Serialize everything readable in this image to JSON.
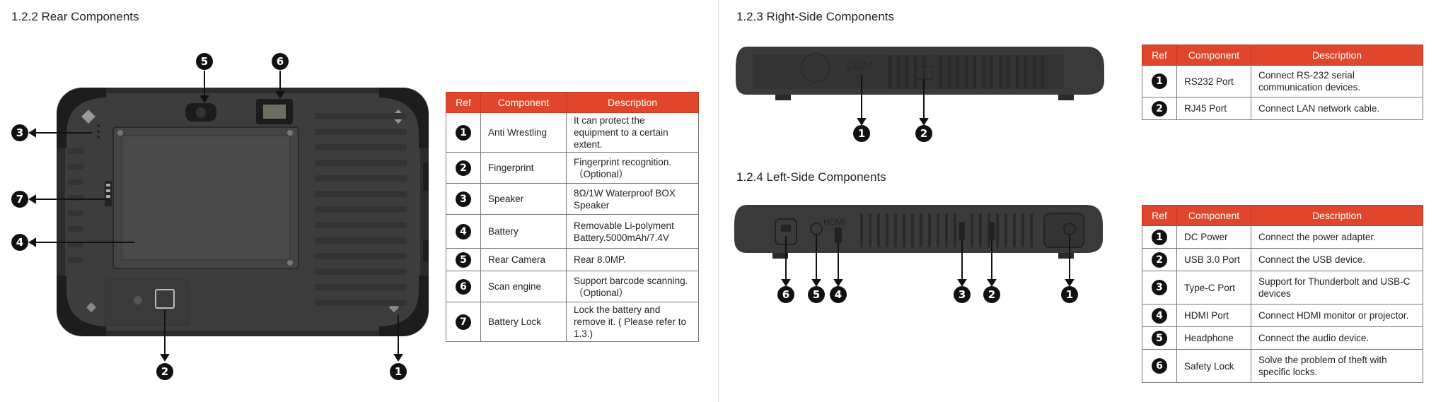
{
  "rear": {
    "title": "1.2.2 Rear Components",
    "headers": {
      "ref": "Ref",
      "component": "Component",
      "description": "Description"
    },
    "rows": [
      {
        "ref": "1",
        "component": "Anti Wrestling",
        "description": "It can protect the equipment to a certain extent."
      },
      {
        "ref": "2",
        "component": "Fingerprint",
        "description": "Fingerprint recognition.（Optional）"
      },
      {
        "ref": "3",
        "component": "Speaker",
        "description": "8Ω/1W Waterproof BOX Speaker"
      },
      {
        "ref": "4",
        "component": "Battery",
        "description": "Removable Li-polyment Battery.5000mAh/7.4V"
      },
      {
        "ref": "5",
        "component": "Rear Camera",
        "description": "Rear 8.0MP."
      },
      {
        "ref": "6",
        "component": "Scan engine",
        "description": "Support barcode scanning.（Optional）"
      },
      {
        "ref": "7",
        "component": "Battery Lock",
        "description": "Lock the battery and remove it. ( Please refer to 1.3.)"
      }
    ]
  },
  "right_side": {
    "title": "1.2.3 Right-Side Components",
    "headers": {
      "ref": "Ref",
      "component": "Component",
      "description": "Description"
    },
    "rows": [
      {
        "ref": "1",
        "component": "RS232 Port",
        "description": "Connect RS-232 serial communication devices."
      },
      {
        "ref": "2",
        "component": "RJ45 Port",
        "description": "Connect LAN network cable."
      }
    ]
  },
  "left_side": {
    "title": "1.2.4 Left-Side Components",
    "headers": {
      "ref": "Ref",
      "component": "Component",
      "description": "Description"
    },
    "rows": [
      {
        "ref": "1",
        "component": "DC Power",
        "description": "Connect the power adapter."
      },
      {
        "ref": "2",
        "component": "USB 3.0 Port",
        "description": "Connect the USB device."
      },
      {
        "ref": "3",
        "component": "Type-C Port",
        "description": "Support for Thunderbolt and USB-C devices"
      },
      {
        "ref": "4",
        "component": "HDMI Port",
        "description": "Connect HDMI monitor or projector."
      },
      {
        "ref": "5",
        "component": "Headphone",
        "description": "Connect the audio device."
      },
      {
        "ref": "6",
        "component": "Safety Lock",
        "description": "Solve the problem of theft with specific locks."
      }
    ]
  },
  "illustrations": {
    "rear_callouts": [
      "5",
      "6",
      "3",
      "7",
      "4",
      "2",
      "1"
    ],
    "right_callouts": [
      "1",
      "2"
    ],
    "right_port_label": "COM",
    "left_callouts": [
      "6",
      "5",
      "4",
      "3",
      "2",
      "1"
    ],
    "left_port_label": "HDMI"
  },
  "colors": {
    "header_bg": "#e0462b",
    "badge_bg": "#111111",
    "device_body": "#3d3d3d"
  }
}
